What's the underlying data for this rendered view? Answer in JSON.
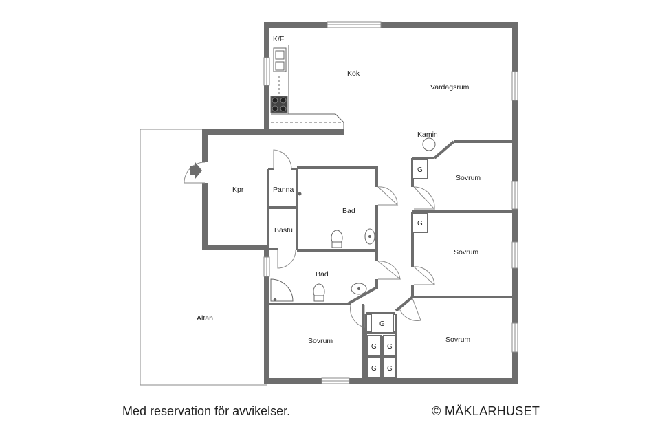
{
  "plan": {
    "rooms": {
      "kf": "K/F",
      "kok": "Kök",
      "vardagsrum": "Vardagsrum",
      "kamin": "Kamin",
      "sovrum_1": "Sovrum",
      "sovrum_2": "Sovrum",
      "sovrum_3": "Sovrum",
      "sovrum_4": "Sovrum",
      "kpr": "Kpr",
      "panna": "Panna",
      "bad_1": "Bad",
      "bastu": "Bastu",
      "bad_2": "Bad",
      "altan": "Altan"
    },
    "wardrobe_label": "G"
  },
  "footer": {
    "disclaimer": "Med reservation för avvikelser.",
    "copyright": "© MÄKLARHUSET"
  },
  "colors": {
    "wall": "#6d6d6d",
    "line": "#555555",
    "background": "#ffffff"
  }
}
